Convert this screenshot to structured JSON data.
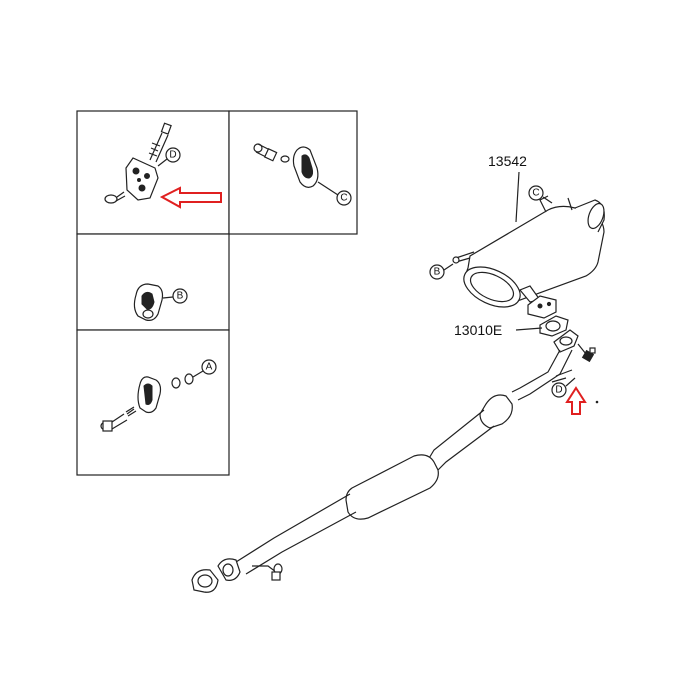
{
  "parts": {
    "muffler_part_no": "13542",
    "pipe_part_no": "13010E"
  },
  "callouts": {
    "inset_top_left": "D",
    "inset_top_right": "C",
    "inset_middle": "B",
    "inset_bottom": "A",
    "muffler_hanger_top": "C",
    "muffler_hanger_left": "B",
    "pipe_bracket": "D"
  },
  "colors": {
    "line": "#222222",
    "highlight_arrow": "#e02020",
    "background": "#ffffff"
  }
}
